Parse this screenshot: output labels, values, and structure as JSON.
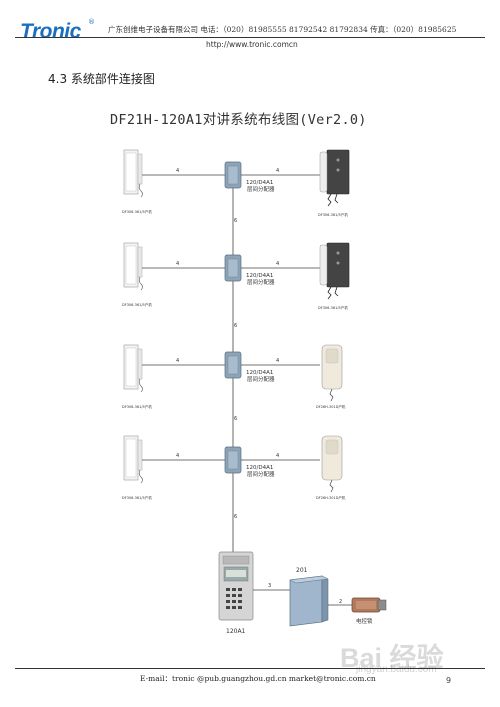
{
  "header": {
    "logo": "Tronic",
    "logo_mark": "®",
    "company_line": "广东创维电子设备有限公司    电话：（020）81985555    81792542    81792834    传真：（020）81985625",
    "website": "http://www.tronic.comcn"
  },
  "section_title": "4.3 系统部件连接图",
  "diagram": {
    "title": "DF21H-120A1对讲系统布线图(Ver2.0)",
    "distributor_label_1": "120/D4A1",
    "distributor_label_2": "层间分配器",
    "indoor_left_label": "DF306-361/5户机",
    "indoor_right_label_top": "DF306-361/5户机",
    "indoor_right_label_bottom": "DF26H-301D户机",
    "wire_count_branch": "4",
    "wire_count_trunk": "6",
    "wire_count_to_power": "3",
    "wire_count_to_lock": "2",
    "power_label": "201",
    "panel_label": "120A1",
    "lock_label": "电控锁"
  },
  "footer": {
    "text": "E-mail：tronic @pub.guangzhou.gd.cn        market@tronic.com.cn",
    "page_number": "9"
  },
  "watermark": {
    "brand": "Bai 经验",
    "url": "jingyan.baidu.com"
  }
}
